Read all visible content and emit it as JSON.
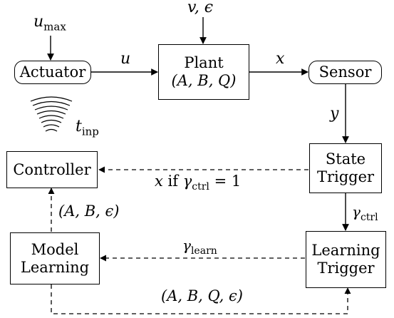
{
  "nodes": {
    "actuator": {
      "label": "Actuator"
    },
    "plant": {
      "title": "Plant",
      "params": "(A, B, Q)"
    },
    "sensor": {
      "label": "Sensor"
    },
    "controller": {
      "label": "Controller"
    },
    "state_trigger": {
      "line1": "State",
      "line2": "Trigger"
    },
    "model_learning": {
      "line1": "Model",
      "line2": "Learning"
    },
    "learning_trigger": {
      "line1": "Learning",
      "line2": "Trigger"
    }
  },
  "edge_labels": {
    "u_max": "u",
    "u_max_sub": "max",
    "disturbance": "v, ϵ",
    "u": "u",
    "x": "x",
    "y": "y",
    "t_inp": "t",
    "t_inp_sub": "inp",
    "x_if": "x",
    "x_if_text": " if ",
    "gamma_ctrl_eq": "γ",
    "gamma_ctrl_eq_sub": "ctrl",
    "gamma_ctrl_eq_rhs": " = 1",
    "gamma_ctrl": "γ",
    "gamma_ctrl_sub": "ctrl",
    "gamma_learn": "γ",
    "gamma_learn_sub": "learn",
    "model_params": "(A, B, ϵ)",
    "full_params": "(A, B, Q, ϵ)"
  }
}
